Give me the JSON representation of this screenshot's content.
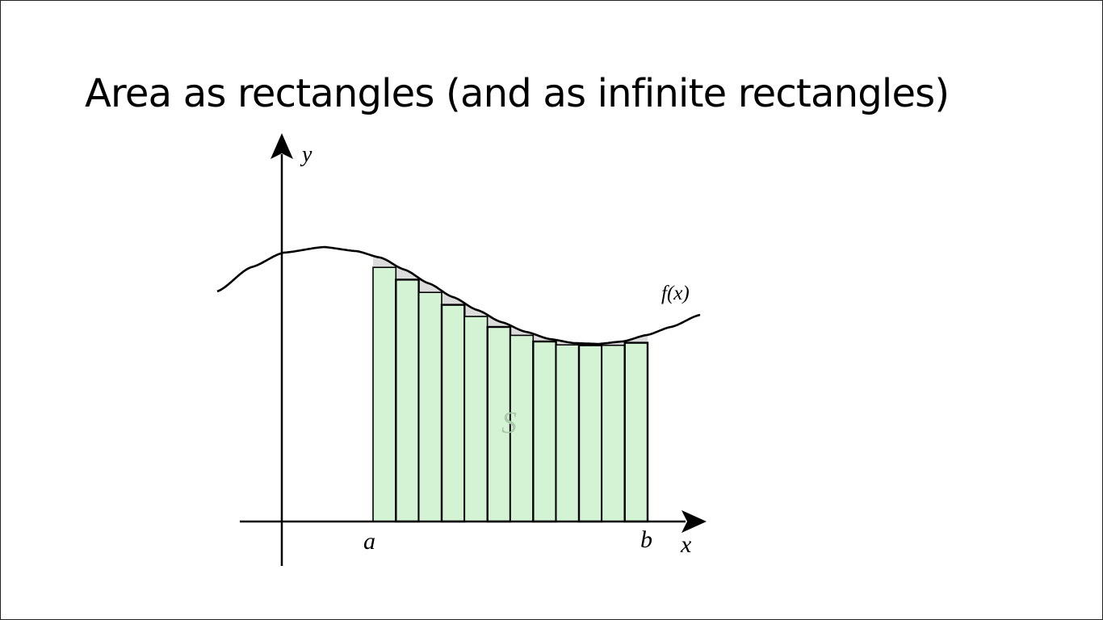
{
  "slide": {
    "title": "Area as rectangles (and as infinite rectangles)"
  },
  "diagram": {
    "y_axis_label": "y",
    "x_axis_label": "x",
    "a_label": "a",
    "b_label": "b",
    "curve_label": "f(x)",
    "region_label": "S",
    "rectangle_count": 12,
    "colors": {
      "rect_fill": "#d4f2d4",
      "gap_fill": "#dcdcdc",
      "axis": "#000000",
      "curve": "#000000",
      "region_label": "#a9c9a9"
    }
  }
}
